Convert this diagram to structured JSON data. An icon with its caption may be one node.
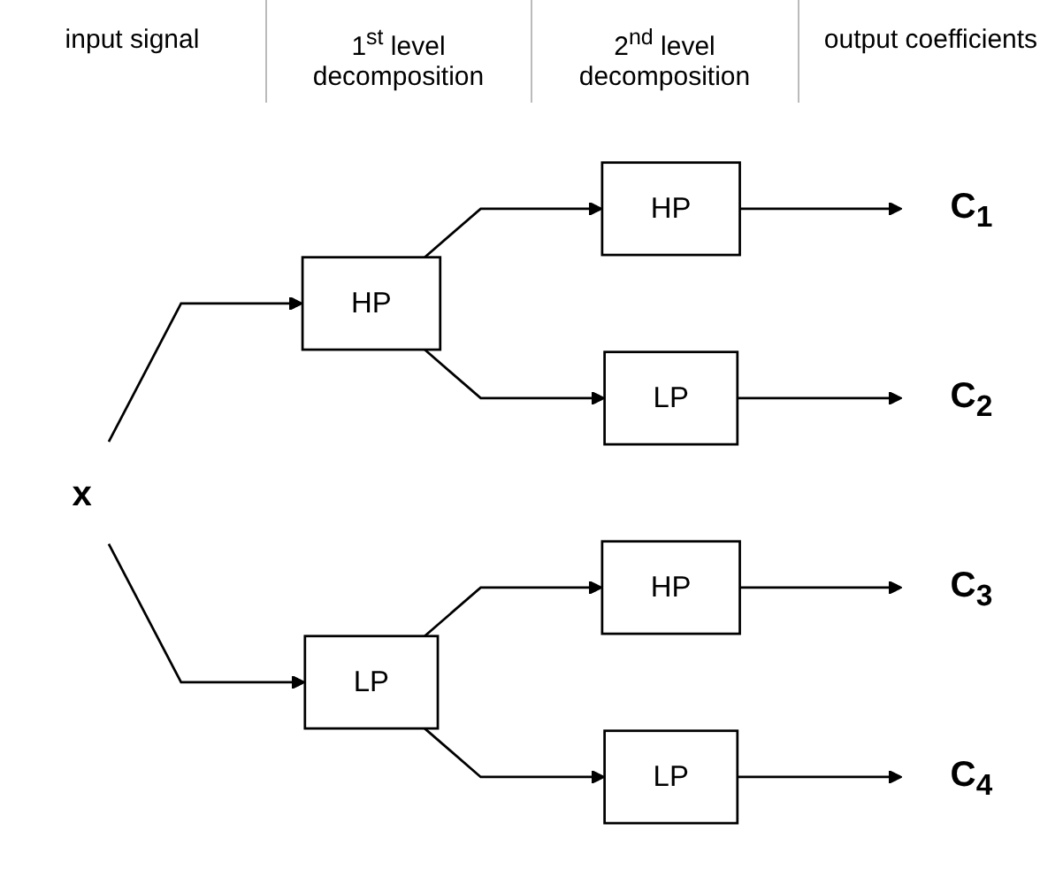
{
  "diagram": {
    "nodes": [
      {
        "text": [
          "x"
        ]
      },
      {
        "text": [
          "HP"
        ]
      },
      {
        "text": [
          "LP"
        ]
      },
      {
        "text": [
          "HP"
        ]
      },
      {
        "text": [
          "LP"
        ]
      },
      {
        "text": [
          "HP"
        ]
      },
      {
        "text": [
          "LP"
        ]
      },
      {
        "text": [
          "C$_{1}$"
        ]
      },
      {
        "text": [
          "C$_{2}$"
        ]
      },
      {
        "text": [
          "C$_{3}$"
        ]
      },
      {
        "text": [
          "C$_{4}$"
        ]
      }
    ],
    "edges": [
      {
        "from": 0,
        "to": 1,
        "arrow": "to"
      },
      {
        "from": 0,
        "to": 2,
        "arrow": "to"
      },
      {
        "from": 1,
        "to": 3,
        "arrow": "to"
      },
      {
        "from": 1,
        "to": 4,
        "arrow": "to"
      },
      {
        "from": 2,
        "to": 5,
        "arrow": "to"
      },
      {
        "from": 2,
        "to": 6,
        "arrow": "to"
      },
      {
        "from": 3,
        "to": 7,
        "arrow": "to"
      },
      {
        "from": 4,
        "to": 8,
        "arrow": "to"
      },
      {
        "from": 5,
        "to": 9,
        "arrow": "to"
      },
      {
        "from": 6,
        "to": 10,
        "arrow": "to"
      }
    ],
    "labels": [
      "input signal",
      "1$^{st}$ level decomposition",
      "2$^{nd}$ level decomposition",
      "output coefficients"
    ]
  }
}
